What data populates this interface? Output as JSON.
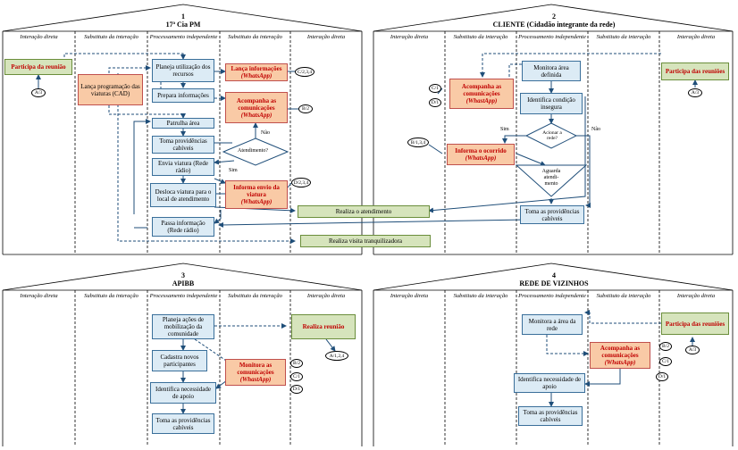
{
  "panels": [
    {
      "num": "1",
      "title": "17ª Cia PM"
    },
    {
      "num": "2",
      "title": "CLIENTE (Cidadão integrante da rede)"
    },
    {
      "num": "3",
      "title": "APIBB"
    },
    {
      "num": "4",
      "title": "REDE DE VIZINHOS"
    }
  ],
  "lanes": {
    "direct": "Interação direta",
    "substitute": "Substituto da interação",
    "independent": "Processamento independente"
  },
  "p1": {
    "participa": "Participa da reunião",
    "lanca_prog": "Lança programação das viaturas (CAD)",
    "planeja": "Planeja utilização dos recursos",
    "prepara": "Prepara informações",
    "patrulha": "Patrulha área",
    "toma": "Toma providências cabíveis",
    "envia": "Envia viatura (Rede rádio)",
    "desloca": "Desloca viatura para o local de atendimento",
    "passa": "Passa informação (Rede rádio)",
    "lanca_info": "Lança informações",
    "acompanha": "Acompanha as comunicações",
    "informa_envio": "Informa envio da viatura",
    "whatsapp": "(WhatsApp)",
    "atendimento": "Atendimento?",
    "nao": "Não",
    "sim": "Sim",
    "realiza_atend": "Realiza o atendimento",
    "realiza_visita": "Realiza visita tranquilizadora",
    "ell_a3": "A/3",
    "ell_c234": "C/2,3,4",
    "ell_b2": "B/2",
    "ell_d234": "D/2,3,4"
  },
  "p2": {
    "monitora": "Monitora área definida",
    "identifica": "Identifica condição insegura",
    "acionar": "Acionar a rede?",
    "aguarda": "Aguarda atendi-mento",
    "toma": "Toma as providências cabíveis",
    "acompanha": "Acompanha as comunicações",
    "whastapp": "(WhastApp)",
    "informa": "Informa o ocorrido",
    "whatsapp": "(WhatsApp)",
    "participa": "Participa das reuniões",
    "sim": "Sim",
    "nao": "Não",
    "ell_c1": "C/1",
    "ell_d1": "D/1",
    "ell_b134": "B/1,3,4",
    "ell_a3": "A/3"
  },
  "p3": {
    "planeja": "Planeja ações de mobilização da comunidade",
    "cadastra": "Cadastra novos participantes",
    "identifica": "Identifica necessidade de apoio",
    "toma": "Toma as providências cabíveis",
    "monitora": "Monitora as comunicações",
    "whastapp": "(WhastApp)",
    "realiza": "Realiza reunião",
    "ell_a124": "A/1,2,4",
    "ell_b2": "B/2",
    "ell_c1": "C/1",
    "ell_d1": "D/1"
  },
  "p4": {
    "monitora": "Monitora a área da rede",
    "identifica": "Identifica necessidade de apoio",
    "toma": "Toma as providências cabíveis",
    "acompanha": "Acompanha as comunicações",
    "whatsapp": "(WhatsApp)",
    "participa": "Participa das reuniões",
    "ell_b2": "B/2",
    "ell_c1": "C/1",
    "ell_d1": "D/1",
    "ell_a3": "A/3"
  }
}
